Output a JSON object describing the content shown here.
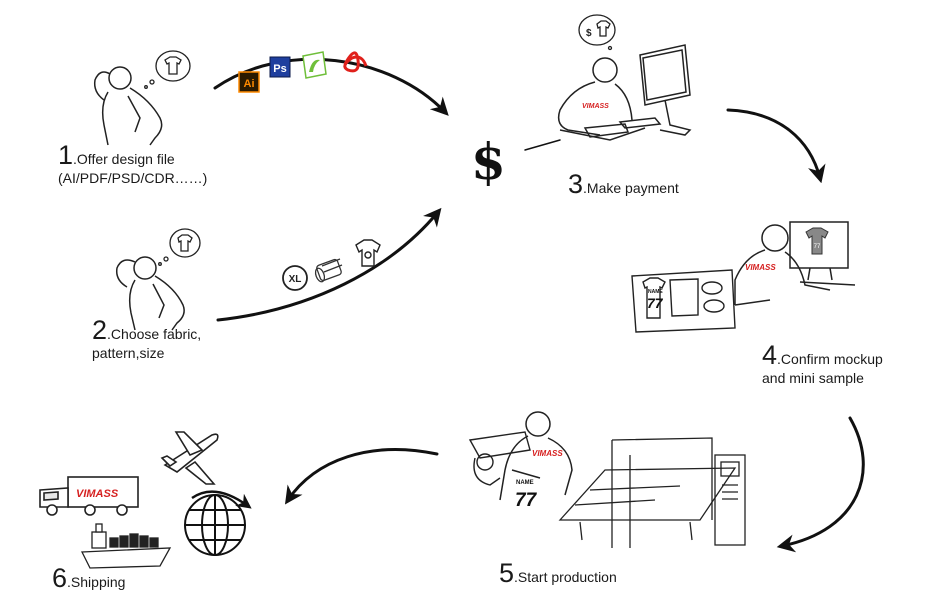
{
  "steps": [
    {
      "number": "1",
      "lines": [
        ".Offer design file",
        "(AI/PDF/PSD/CDR……)"
      ]
    },
    {
      "number": "2",
      "lines": [
        ".Choose fabric,",
        "pattern,size"
      ]
    },
    {
      "number": "3",
      "lines": [
        ".Make payment"
      ]
    },
    {
      "number": "4",
      "lines": [
        ".Confirm mockup",
        "and mini sample"
      ]
    },
    {
      "number": "5",
      "lines": [
        ".Start production"
      ]
    },
    {
      "number": "6",
      "lines": [
        ".Shipping"
      ]
    }
  ],
  "currency_symbol": "$",
  "brand": "VIMASS",
  "jersey_number": "77",
  "jersey_name": "NAME",
  "size_badge": "XL",
  "file_icons": [
    {
      "name": "illustrator-icon",
      "text": "Ai",
      "color": "#ff8a00",
      "bg": "#2b1a00"
    },
    {
      "name": "photoshop-icon",
      "text": "Ps",
      "color": "#ffffff",
      "bg": "#1f3f9e"
    },
    {
      "name": "coreldraw-icon",
      "text": "",
      "color": "#6fbf3a",
      "bg": "#ffffff"
    },
    {
      "name": "pdf-icon",
      "text": "",
      "color": "#e0201b",
      "bg": "#ffffff"
    }
  ],
  "colors": {
    "ink": "#1a1a1a",
    "brand_red": "#d62020"
  }
}
